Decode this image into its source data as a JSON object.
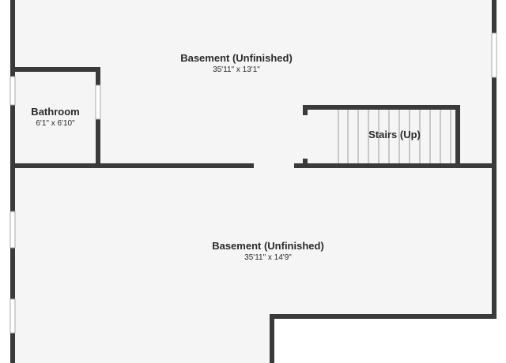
{
  "floorplan": {
    "rooms": [
      {
        "name": "Basement (Unfinished)",
        "dims": "35'11\" x 13'1\""
      },
      {
        "name": "Bathroom",
        "dims": "6'1\" x 6'10\""
      },
      {
        "name": "Stairs (Up)",
        "dims": ""
      },
      {
        "name": "Basement (Unfinished)",
        "dims": "35'11\" x 14'9\""
      }
    ],
    "colors": {
      "floor": "#f5f5f5",
      "wall": "#3a3a3a",
      "window": "#ffffff",
      "window_stroke": "#aaaaaa",
      "stair_line": "#9a9a9a",
      "text": "#2a2a2a"
    }
  }
}
